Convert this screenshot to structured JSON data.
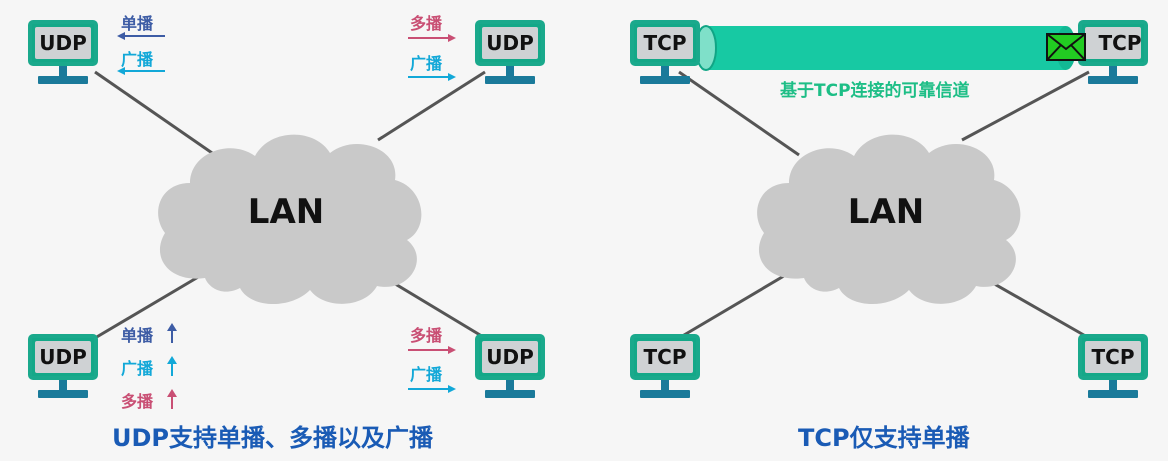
{
  "colors": {
    "computer_frame": "#1aa98c",
    "stand": "#1a7a9a",
    "screen": "#cfd2d4",
    "cloud": "#c9c9c9",
    "wire": "#555555",
    "unicast": "#3d5ca5",
    "broadcast": "#12a8d8",
    "multicast": "#c94f74",
    "caption": "#1a5bb5",
    "pipe": "#17c9a3",
    "pipe_label": "#1dbe86",
    "envelope": "#22cc22"
  },
  "left": {
    "cloud_label": "LAN",
    "computers": {
      "top_left": "UDP",
      "top_right": "UDP",
      "bottom_left": "UDP",
      "bottom_right": "UDP"
    },
    "top_left_tags": {
      "unicast": "单播",
      "broadcast": "广播"
    },
    "top_right_tags": {
      "multicast": "多播",
      "broadcast": "广播"
    },
    "bottom_left_tags": {
      "unicast": "单播",
      "broadcast": "广播",
      "multicast": "多播"
    },
    "bottom_right_tags": {
      "multicast": "多播",
      "broadcast": "广播"
    },
    "caption": "UDP支持单播、多播以及广播"
  },
  "right": {
    "cloud_label": "LAN",
    "computers": {
      "top_left": "TCP",
      "top_right": "TCP",
      "bottom_left": "TCP",
      "bottom_right": "TCP"
    },
    "pipe_label": "基于TCP连接的可靠信道",
    "caption": "TCP仅支持单播",
    "envelope_icon": "envelope-icon"
  }
}
